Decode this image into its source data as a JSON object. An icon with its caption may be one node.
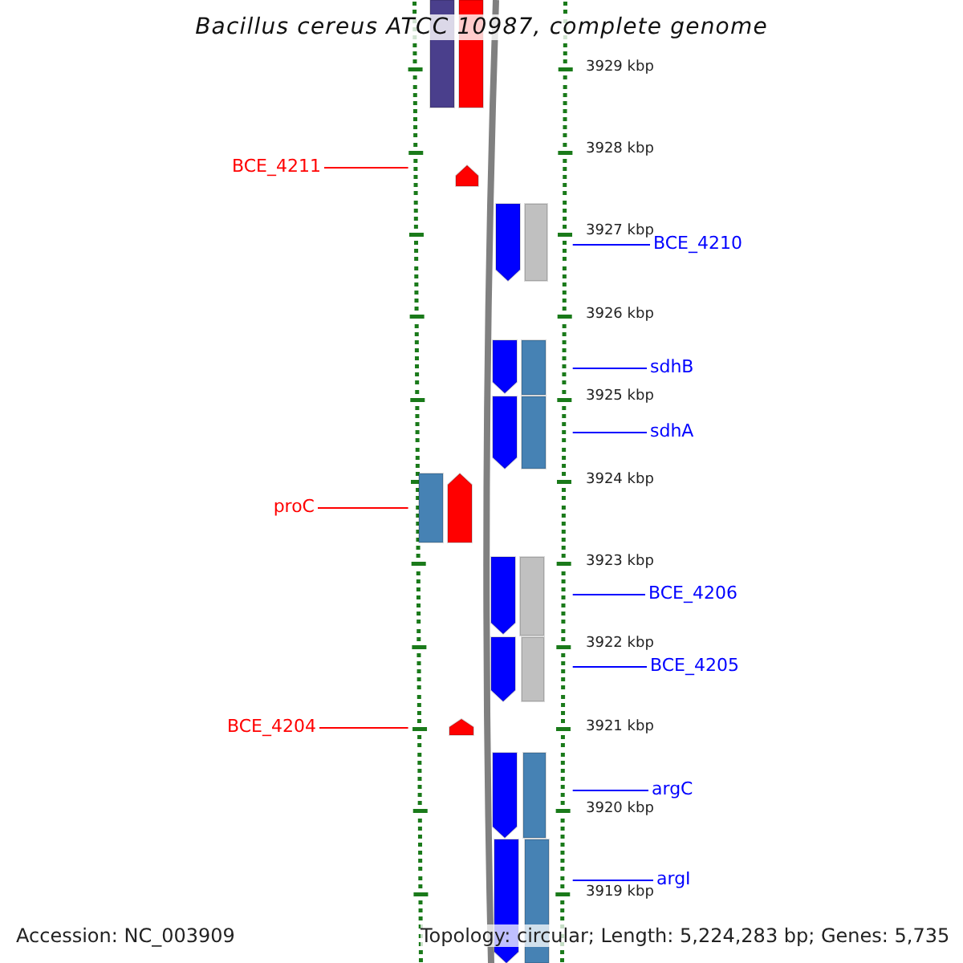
{
  "diagram": {
    "title": "Bacillus cereus ATCC 10987, complete genome",
    "nodes": [
      {
        "text": [
          "BCE_4211"
        ]
      },
      {
        "text": [
          "BCE_4210"
        ]
      },
      {
        "text": [
          "sdhB"
        ]
      },
      {
        "text": [
          "sdhA"
        ]
      },
      {
        "text": [
          "proC"
        ]
      },
      {
        "text": [
          "BCE_4206"
        ]
      },
      {
        "text": [
          "BCE_4205"
        ]
      },
      {
        "text": [
          "BCE_4204"
        ]
      },
      {
        "text": [
          "argC"
        ]
      },
      {
        "text": [
          "argI"
        ]
      },
      {
        "text": [],
        "shape": "picture"
      }
    ],
    "edges": [
      {
        "from": 0,
        "to": 10,
        "arrow": "none",
        "color": "#ff0000"
      },
      {
        "from": 1,
        "to": 10,
        "arrow": "none"
      },
      {
        "from": 2,
        "to": 10,
        "arrow": "none"
      },
      {
        "from": 3,
        "to": 10,
        "arrow": "none"
      },
      {
        "from": 4,
        "to": 10,
        "arrow": "none",
        "color": "#ff0000"
      },
      {
        "from": 5,
        "to": 10,
        "arrow": "none"
      },
      {
        "from": 6,
        "to": 10,
        "arrow": "none"
      },
      {
        "from": 7,
        "to": 10,
        "arrow": "none",
        "color": "#ff0000"
      },
      {
        "from": 8,
        "to": 10,
        "arrow": "none"
      },
      {
        "from": 9,
        "to": 10,
        "arrow": "none"
      }
    ],
    "labels": [
      "3929 kbp",
      "3928 kbp",
      "3927 kbp",
      "3926 kbp",
      "3925 kbp",
      "3924 kbp",
      "3923 kbp",
      "3922 kbp",
      "3921 kbp",
      "3920 kbp",
      "3919 kbp",
      "Accession: NC_003909",
      "Topology: circular; Length: 5,224,283 bp; Genes: 5,735"
    ]
  }
}
